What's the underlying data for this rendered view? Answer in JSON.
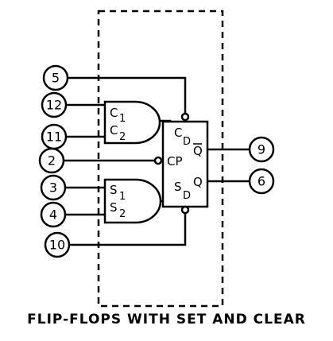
{
  "caption": "FLIP-FLOPS WITH SET AND CLEAR",
  "pins": {
    "p5": "5",
    "p12": "12",
    "p11": "11",
    "p2": "2",
    "p3": "3",
    "p4": "4",
    "p10": "10",
    "p9": "9",
    "p6": "6"
  },
  "gate_clear": {
    "c1": "C",
    "c1_sub": "1",
    "c2": "C",
    "c2_sub": "2"
  },
  "gate_set": {
    "s1": "S",
    "s1_sub": "1",
    "s2": "S",
    "s2_sub": "2"
  },
  "flipflop": {
    "cd": "C",
    "cd_sub": "D",
    "cp": "CP",
    "sd": "S",
    "sd_sub": "D",
    "qbar": "Q",
    "q": "Q"
  }
}
